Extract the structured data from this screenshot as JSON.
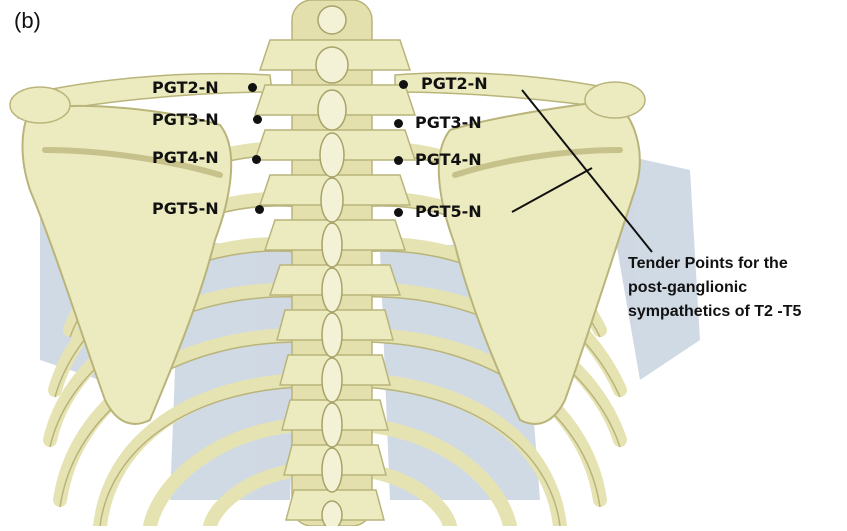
{
  "panel_label": "(b)",
  "points": {
    "left": [
      "PGT2-N",
      "PGT3-N",
      "PGT4-N",
      "PGT5-N"
    ],
    "right": [
      "PGT2-N",
      "PGT3-N",
      "PGT4-N",
      "PGT5-N"
    ]
  },
  "callout": {
    "line1": "Tender Points for the",
    "line2": "post-ganglionic",
    "line3": "sympathetics of T2 -T5"
  },
  "colors": {
    "bone": "#ecebc0",
    "bone_shadow": "#cfcc93",
    "lung": "#c3cfdc",
    "ink": "#111111"
  }
}
